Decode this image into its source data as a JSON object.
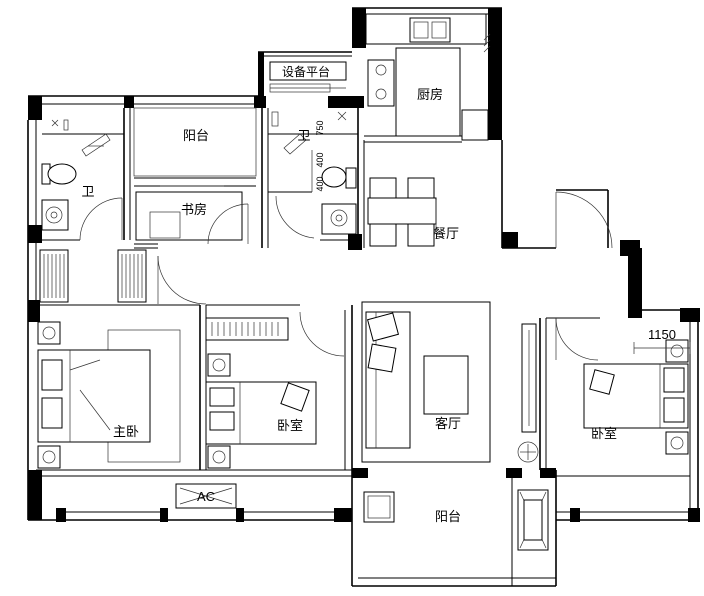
{
  "rooms": {
    "equipment_platform": "设备平台",
    "kitchen": "厨房",
    "balcony_north": "阳台",
    "bath_left": "卫",
    "bath_right": "卫",
    "study": "书房",
    "dining": "餐厅",
    "master_bedroom": "主卧",
    "bedroom_mid": "卧室",
    "living": "客厅",
    "bedroom_right": "卧室",
    "balcony_south": "阳台"
  },
  "dimensions": {
    "width_1150": "1150",
    "d750": "750",
    "d400a": "400",
    "d400b": "400"
  },
  "fixtures": {
    "ac_unit": "AC"
  }
}
